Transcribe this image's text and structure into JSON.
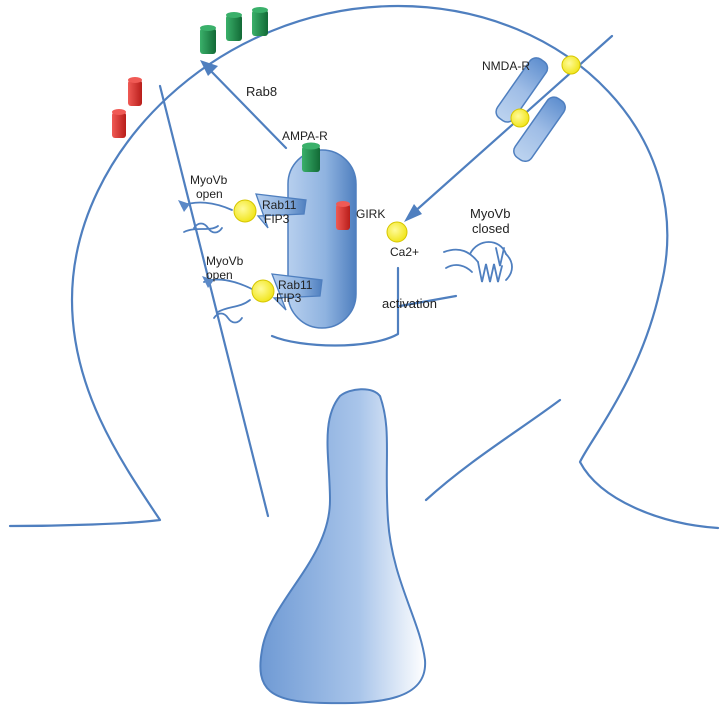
{
  "labels": {
    "rab8": "Rab8",
    "ampa_r": "AMPA-R",
    "nmda_r": "NMDA-R",
    "girk": "GIRK",
    "myovb_open_top_1": "MyoVb",
    "myovb_open_top_2": "open",
    "rab11_top": "Rab11",
    "fip3_top": "FIP3",
    "myovb_open_bottom_1": "MyoVb",
    "myovb_open_bottom_2": "open",
    "rab11_bottom": "Rab11",
    "fip3_bottom": "FIP3",
    "ca2": "Ca2+",
    "myovb_closed_1": "MyoVb",
    "myovb_closed_2": "closed",
    "activation": "activation"
  },
  "colors": {
    "outline": "#4f7fbf",
    "receptor_green": "#1f8a4c",
    "receptor_red": "#e0322e",
    "ion_yellow": "#f5ee1e",
    "organelle_blue": "#8fb3e0"
  }
}
